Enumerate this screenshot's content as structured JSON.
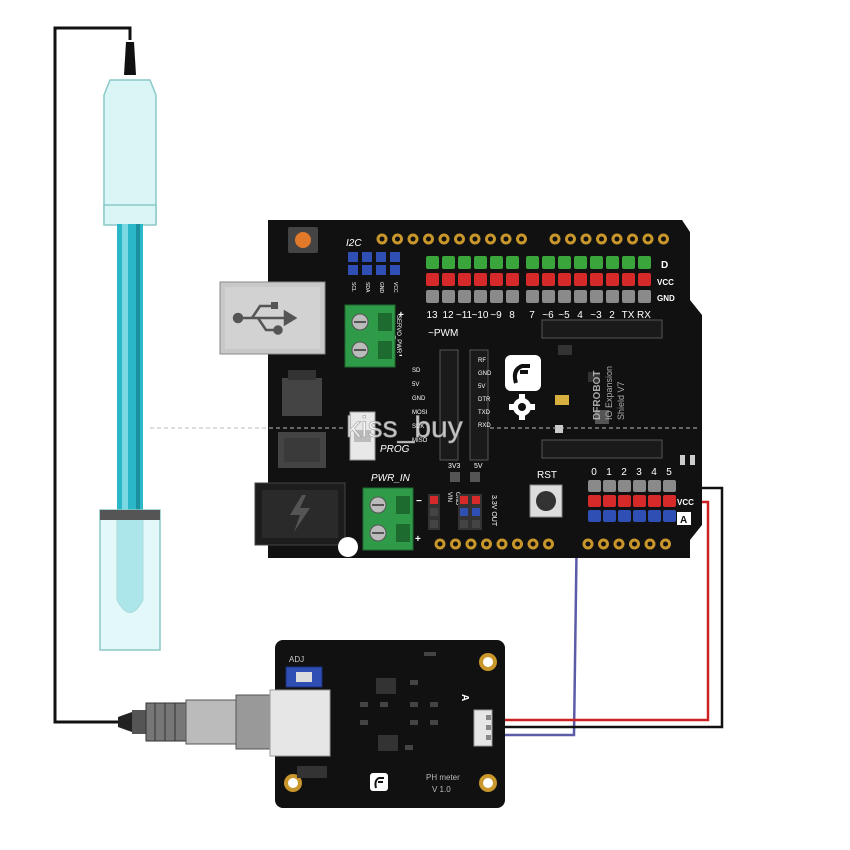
{
  "shield": {
    "i2c": "I2C",
    "pwm": "~PWM",
    "servo_pwr": "SERVO_PWR",
    "prog": "PROG",
    "pwr_in": "PWR_IN",
    "rst": "RST",
    "v33_out": "3.3V OUT",
    "row_d": "D",
    "row_vcc": "VCC",
    "row_gnd": "GND",
    "digital_pins": [
      "13",
      "12",
      "~11",
      "~10",
      "~9",
      "8",
      "7",
      "~6",
      "~5",
      "4",
      "~3",
      "2",
      "TX",
      "RX"
    ],
    "analog_pins": [
      "0",
      "1",
      "2",
      "3",
      "4",
      "5"
    ],
    "analog_vcc": "VCC",
    "analog_a": "A",
    "i2c_pins": [
      "SCL",
      "SDA",
      "GND",
      "VCC"
    ],
    "servo_marks": [
      "+",
      "-"
    ],
    "side_title": "DFROBOT",
    "side_sub": "IO Expansion",
    "side_ver": "Shield V7",
    "xbee_labels": [
      "RF",
      "GND",
      "5V",
      "DTR",
      "TXD",
      "RXD"
    ],
    "spi_labels": [
      "SD",
      "5V",
      "GND",
      "MOSI",
      "SCK",
      "MISO"
    ],
    "small_labels": [
      "3V3",
      "5V"
    ],
    "gnd_vin": [
      "GND",
      "VIN"
    ]
  },
  "sensor": {
    "adj": "ADJ",
    "pin_a": "A",
    "name": "PH meter",
    "version": "V 1.0"
  },
  "watermark": "kiss_buy",
  "colors": {
    "board": "#111111",
    "header_green": "#3aa53a",
    "header_red": "#d62a2a",
    "header_gray": "#8a8a8a",
    "header_blue": "#2f4fb5",
    "terminal": "#2f9a47",
    "probe_body": "#d9f5f5",
    "probe_tube": "#2ab7c7",
    "wire_red": "#cc2222",
    "wire_blue": "#5b5ba8"
  }
}
